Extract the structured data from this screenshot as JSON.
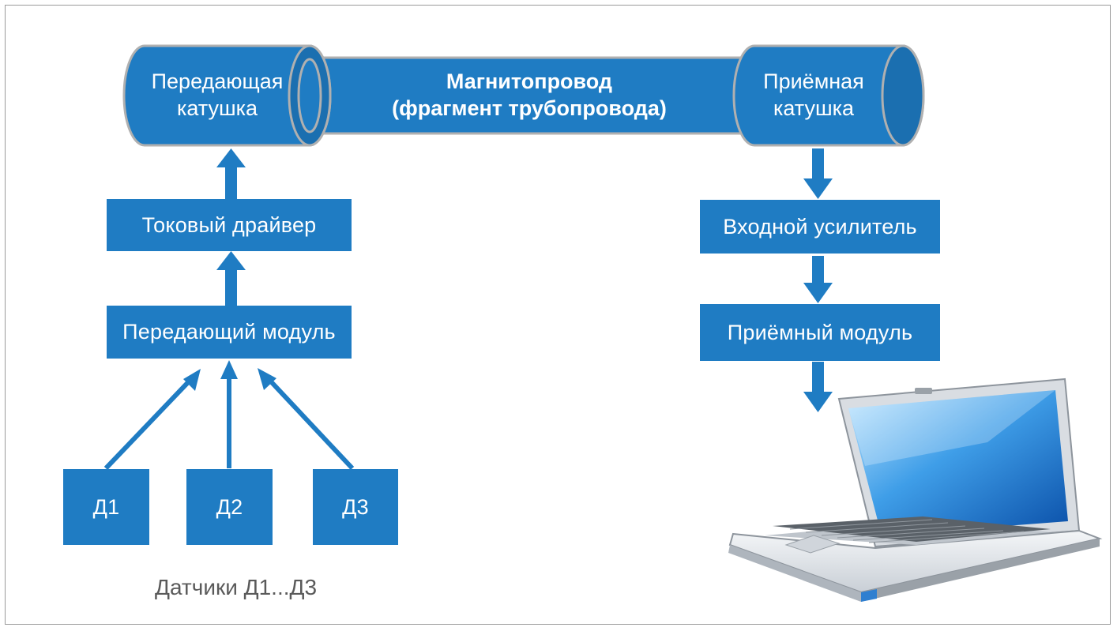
{
  "colors": {
    "accent": "#1f7cc3",
    "accent_dark": "#155b91",
    "frame": "#9a9a9a",
    "caption": "#5a5a5a"
  },
  "pipe": {
    "line1": "Магнитопровод",
    "line2": "(фрагмент трубопровода)"
  },
  "tx_coil": {
    "line1": "Передающая",
    "line2": "катушка"
  },
  "rx_coil": {
    "line1": "Приёмная",
    "line2": "катушка"
  },
  "blocks": {
    "current_driver": "Токовый драйвер",
    "tx_module": "Передающий модуль",
    "input_amp": "Входной усилитель",
    "rx_module": "Приёмный модуль"
  },
  "sensors": [
    "Д1",
    "Д2",
    "Д3"
  ],
  "sensors_caption": "Датчики Д1...Д3",
  "icons": {
    "computer": "laptop-icon"
  }
}
